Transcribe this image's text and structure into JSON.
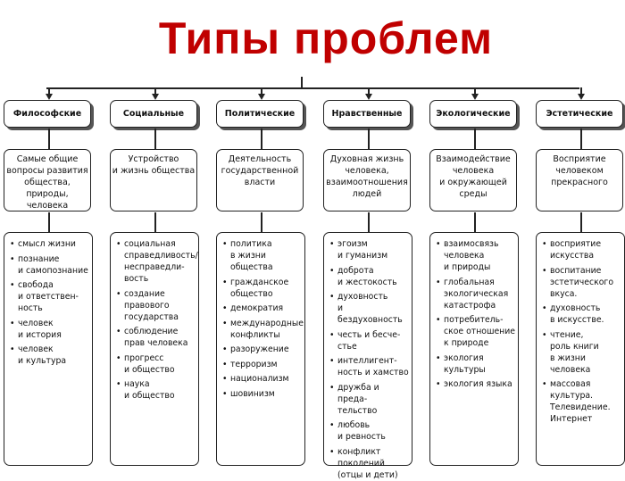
{
  "title": "Типы проблем",
  "columns": [
    {
      "header": "Философские",
      "description": "Самые общие\nвопросы развития\nобщества, природы,\nчеловека",
      "items": [
        "смысл жизни",
        "познание\nи самопознание",
        "свобода\nи ответствен-\nность",
        "человек\nи история",
        "человек\nи культура"
      ]
    },
    {
      "header": "Социальные",
      "description": "Устройство\nи жизнь общества",
      "items": [
        "социальная\nсправедливость/\nнесправедли-\nвость",
        "создание\nправового\nгосударства",
        "соблюдение\nправ человека",
        "прогресс\nи общество",
        "наука\nи общество"
      ]
    },
    {
      "header": "Политические",
      "description": "Деятельность\nгосударственной\nвласти",
      "items": [
        "политика\nв жизни\nобщества",
        "гражданское\nобщество",
        "демократия",
        "международные\nконфликты",
        "разоружение",
        "терроризм",
        "национализм",
        "шовинизм"
      ]
    },
    {
      "header": "Нравственные",
      "description": "Духовная жизнь\nчеловека,\nвзаимоотношения\nлюдей",
      "items": [
        "эгоизм\nи гуманизм",
        "доброта\nи жестокость",
        "духовность\nи бездуховность",
        "честь и бесче-\nстье",
        "интеллигент-\nность и хамство",
        "дружба и преда-\nтельство",
        "любовь\nи ревность",
        "конфликт\nпоколений\n(отцы и дети)"
      ]
    },
    {
      "header": "Экологические",
      "description": "Взаимодействие\nчеловека\nи окружающей\nсреды",
      "items": [
        "взаимосвязь\nчеловека\nи природы",
        "глобальная\nэкологическая\nкатастрофа",
        "потребитель-\nское отношение\nк природе",
        "экология\nкультуры",
        "экология языка"
      ]
    },
    {
      "header": "Эстетические",
      "description": "Восприятие\nчеловеком\nпрекрасного",
      "items": [
        "восприятие\nискусства",
        "воспитание\nэстетического\nвкуса.",
        "духовность\nв искусстве.",
        "чтение,\nроль книги\nв жизни\nчеловека",
        "массовая\nкультура.\nТелевидение.\nИнтернет"
      ]
    }
  ]
}
